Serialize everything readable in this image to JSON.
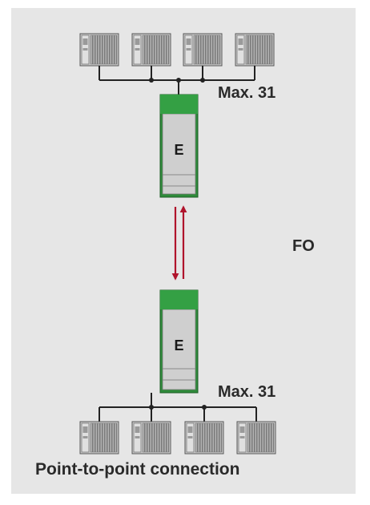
{
  "diagram": {
    "top_group_label": "Max. 31",
    "bottom_group_label": "Max. 31",
    "link_label": "FO",
    "caption": "Point-to-point connection",
    "module_letter": "E",
    "colors": {
      "background": "#e6e6e6",
      "module_green": "#2e8b3a",
      "module_body": "#cfcfcf",
      "link_red": "#b0142c",
      "bus_line": "#222222",
      "device": "#8a8a8a"
    }
  }
}
